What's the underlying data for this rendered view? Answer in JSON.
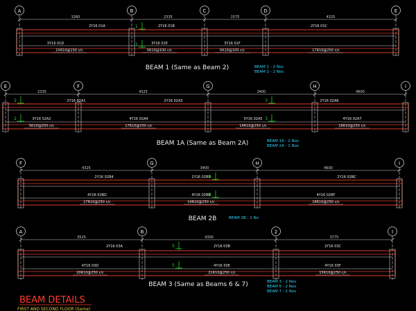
{
  "colors": {
    "background": "#000000",
    "grid_line": "#cfcfcf",
    "beam_red": "#e23a2a",
    "dim_white": "#d8d8d8",
    "green": "#29d629",
    "label_white": "#f0f0f0",
    "cyan": "#2fd6ff",
    "title_red": "#ff3b2b",
    "sub_yellow": "#e8d24a"
  },
  "beams": [
    {
      "gridlines": [
        "A",
        "B",
        "C",
        "D",
        "E"
      ],
      "spans": [
        "3260",
        "2335",
        "1575",
        "4325"
      ],
      "top_bars": [
        "2Y16 01A",
        "2Y16 01B",
        "2Y16 01C"
      ],
      "bottom_bars": [
        "3Y16 01D",
        "3Y16 01E",
        "3Y16 01F"
      ],
      "stirrups": [
        "15R10@150 c/c",
        "5R10@100 c/c",
        "5R10@100 c/c",
        "17R10@250 c/c"
      ],
      "title": "BEAM 1 (Same as Beam 2)",
      "schedule": [
        "BEAM 1 - 2 Nos",
        "BEAM 2 - 2 Nos"
      ],
      "section_marks": [
        "1",
        "1"
      ]
    },
    {
      "gridlines": [
        "E",
        "F",
        "G",
        "H",
        "I"
      ],
      "spans": [
        "2335",
        "4325",
        "3400",
        "4600"
      ],
      "top_bars": [
        "2Y16 02A1",
        "2Y16 02A3",
        "2Y16 02A6"
      ],
      "bottom_bars": [
        "3Y16 02A2",
        "4Y16 02A4",
        "3Y16 02A5",
        "4Y16 02A7"
      ],
      "stirrups": [
        "5R10@250 c/c",
        "17R10@250 c/c",
        "14R10@250 c/c",
        "18R10@250 c/c"
      ],
      "title": "BEAM 1A (Same as Beam 2A)",
      "schedule": [
        "BEAM 1A - 2 Nos",
        "BEAM 2A - 1 Nos"
      ],
      "section_marks": [
        "2",
        "2",
        "3",
        "3"
      ]
    },
    {
      "gridlines": [
        "F",
        "G",
        "H",
        "I"
      ],
      "spans": [
        "4325",
        "3400",
        "4600"
      ],
      "top_bars": [
        "2Y16 02B4",
        "2Y16 02B5",
        "2Y16 02BC"
      ],
      "bottom_bars": [
        "4Y16 02BD",
        "4Y16 02BE",
        "4Y16 02BF"
      ],
      "stirrups": [
        "17R10@250 c/c",
        "14R10@250 c/c",
        "18R10@250 c/c"
      ],
      "title": "BEAM 2B",
      "schedule": [
        "BEAM 2B - 1 No"
      ],
      "section_marks": [
        "4",
        "4"
      ]
    },
    {
      "gridlines": [
        "A",
        "B",
        "2",
        "I"
      ],
      "spans": [
        "3525",
        "4300",
        "3775"
      ],
      "top_bars": [
        "2Y16 03A",
        "2Y16 03B",
        "2Y16 03C"
      ],
      "bottom_bars": [
        "4Y16 03D",
        "4Y16 03E",
        "4Y16 03F"
      ],
      "stirrups": [
        "20R10@250 c/c",
        "21R10@250 c/c",
        "15R10@250 c/c"
      ],
      "title": "BEAM 3 (Same as Beams 6 & 7)",
      "schedule": [
        "BEAM 3 - 2 Nos",
        "BEAM 6 - 2 Nos",
        "BEAM 7 - 2 Nos"
      ],
      "section_marks": [
        "5",
        "5"
      ]
    }
  ],
  "footer": {
    "title": "BEAM DETAILS",
    "subtitle": "FIRST AND SECOND FLOOR (Same)"
  }
}
